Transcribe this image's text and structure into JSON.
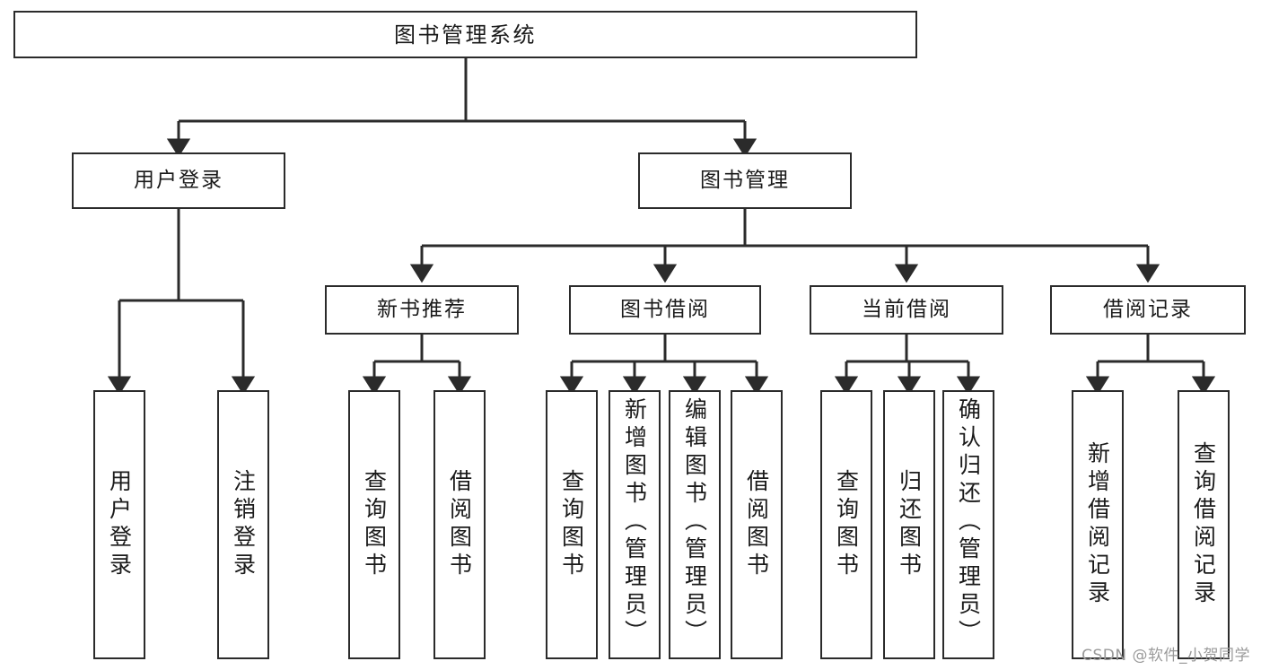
{
  "diagram": {
    "type": "tree",
    "title": "图书管理系统",
    "orientation": "top-down",
    "colors": {
      "box_stroke": "#2b2b2b",
      "box_fill": "#ffffff",
      "connector": "#2b2b2b",
      "text": "#1a1a1a",
      "watermark": "#9a9a9a",
      "background": "#ffffff"
    },
    "root": {
      "label": "图书管理系统"
    },
    "level2": [
      {
        "label": "用户登录"
      },
      {
        "label": "图书管理"
      }
    ],
    "level3": [
      {
        "label": "新书推荐"
      },
      {
        "label": "图书借阅"
      },
      {
        "label": "当前借阅"
      },
      {
        "label": "借阅记录"
      }
    ],
    "leaves": {
      "user_login": [
        {
          "label": "用户登录"
        },
        {
          "label": "注销登录"
        }
      ],
      "new_book": [
        {
          "label": "查询图书"
        },
        {
          "label": "借阅图书"
        }
      ],
      "book_borrow": [
        {
          "label": "查询图书"
        },
        {
          "label": "新增图书（管理员）"
        },
        {
          "label": "编辑图书（管理员）"
        },
        {
          "label": "借阅图书"
        }
      ],
      "current_borrow": [
        {
          "label": "查询图书"
        },
        {
          "label": "归还图书"
        },
        {
          "label": "确认归还（管理员）"
        }
      ],
      "borrow_record": [
        {
          "label": "新增借阅记录"
        },
        {
          "label": "查询借阅记录"
        }
      ]
    }
  },
  "watermark": {
    "text": "CSDN @软件_小贺同学"
  }
}
